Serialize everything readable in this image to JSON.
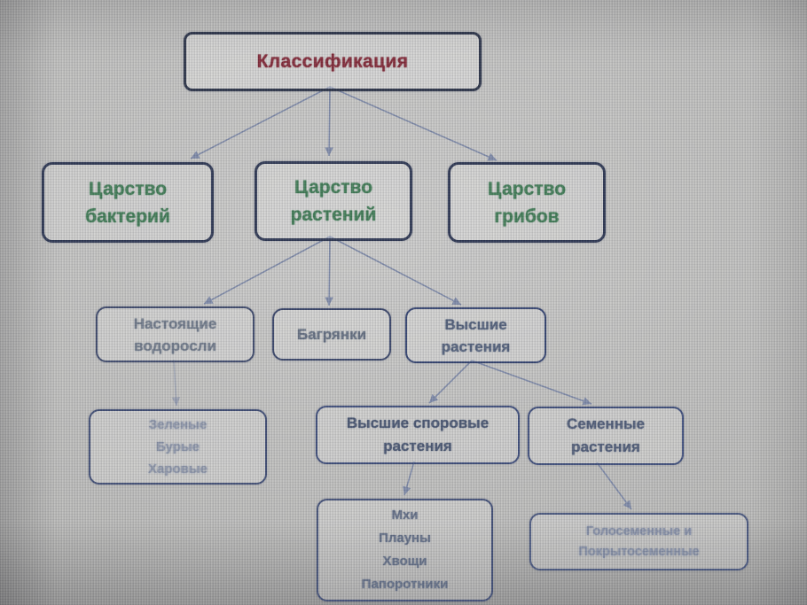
{
  "diagram_title": "Классификация",
  "colors": {
    "title_text": "#7f2433",
    "kingdom_text": "#3c7852",
    "sub_text": "#4f5d78",
    "box_border": "#2a3450",
    "connector": "#7b87a6",
    "background": "#b6b6b4"
  },
  "nodes": {
    "root": {
      "label": "Классификация"
    },
    "bacteria": {
      "lines": [
        "Царство",
        "бактерий"
      ]
    },
    "plants": {
      "lines": [
        "Царство",
        "растений"
      ]
    },
    "fungi": {
      "lines": [
        "Царство",
        "грибов"
      ]
    },
    "algae": {
      "lines": [
        "Настоящие",
        "водоросли"
      ]
    },
    "red_algae": {
      "lines": [
        "Багрянки"
      ]
    },
    "higher": {
      "lines": [
        "Высшие",
        "растения"
      ]
    },
    "algae_groups": {
      "lines": [
        "Зеленые",
        "Бурые",
        "Харовые"
      ]
    },
    "spore_plants": {
      "lines": [
        "Высшие споровые",
        "растения"
      ]
    },
    "seed_plants": {
      "lines": [
        "Семенные",
        "растения"
      ]
    },
    "spore_groups": {
      "lines": [
        "Мхи",
        "Плауны",
        "Хвощи",
        "Папоротники"
      ]
    },
    "seed_groups": {
      "lines": [
        "Голосеменные и",
        "Покрытосеменные"
      ]
    }
  },
  "edges": [
    {
      "from": "root",
      "to": "bacteria"
    },
    {
      "from": "root",
      "to": "plants"
    },
    {
      "from": "root",
      "to": "fungi"
    },
    {
      "from": "plants",
      "to": "algae"
    },
    {
      "from": "plants",
      "to": "red_algae"
    },
    {
      "from": "plants",
      "to": "higher"
    },
    {
      "from": "algae",
      "to": "algae_groups"
    },
    {
      "from": "higher",
      "to": "spore_plants"
    },
    {
      "from": "higher",
      "to": "seed_plants"
    },
    {
      "from": "spore_plants",
      "to": "spore_groups"
    },
    {
      "from": "seed_plants",
      "to": "seed_groups"
    }
  ]
}
